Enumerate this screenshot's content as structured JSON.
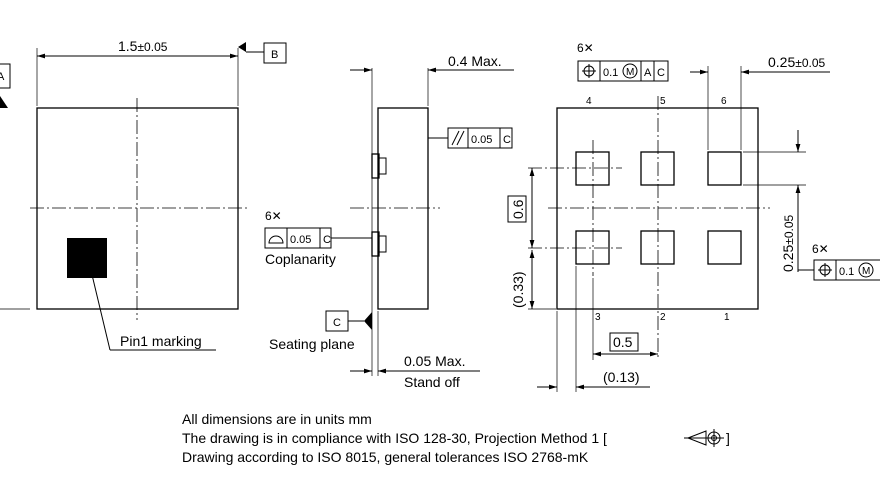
{
  "top_view": {
    "width_dim": "1.5",
    "width_tol": "±0.05",
    "datum_b": "B",
    "datum_a": "A",
    "pin1_label": "Pin1 marking"
  },
  "side_view": {
    "height_dim": "0.4 Max.",
    "parallelism_tol": "0.05",
    "parallelism_datum": "C",
    "coplanarity_count": "6✕",
    "coplanarity_tol": "0.05",
    "coplanarity_datum": "C",
    "coplanarity_label": "Coplanarity",
    "datum_c": "C",
    "seating_label": "Seating plane",
    "standoff_dim": "0.05 Max.",
    "standoff_label": "Stand off"
  },
  "bottom_view": {
    "position_count": "6✕",
    "position_tol": "0.1",
    "position_mod": "M",
    "position_datum_a": "A",
    "position_datum_c": "C",
    "pad_size_dim": "0.25",
    "pad_size_tol": "±0.05",
    "pad_size_dim_v": "0.25",
    "pad_size_tol_v": "±0.05",
    "pad_position_count": "6✕",
    "pad_position_tol": "0.1",
    "pad_position_mod": "M",
    "row_pitch": "0.6",
    "row_offset": "(0.33)",
    "col_pitch": "0.5",
    "col_offset": "(0.13)",
    "pin_numbers_top": [
      "4",
      "5",
      "6"
    ],
    "pin_numbers_bottom": [
      "3",
      "2",
      "1"
    ]
  },
  "notes": {
    "line1": "All dimensions are in units mm",
    "line2": "The drawing is in compliance with ISO 128-30, Projection Method 1 [",
    "line2_end": "]",
    "line3": "Drawing according to ISO 8015, general tolerances ISO 2768-mK"
  }
}
